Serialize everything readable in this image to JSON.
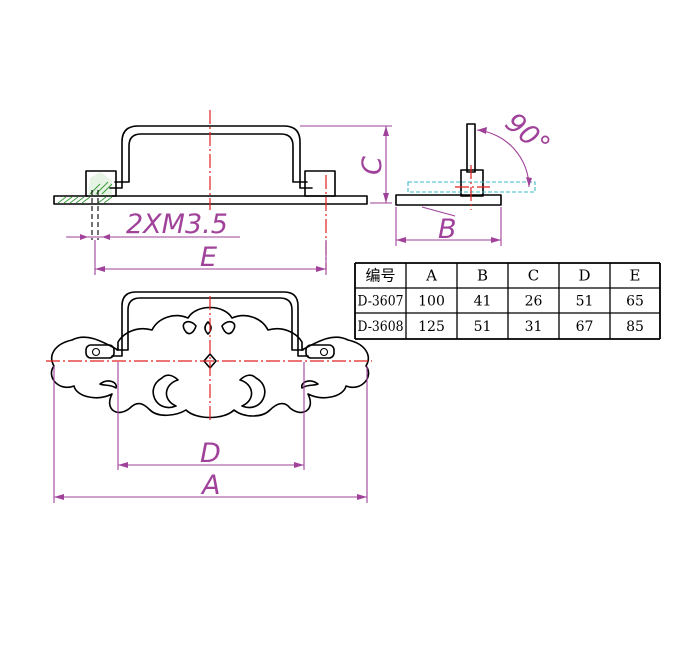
{
  "dimensions": {
    "thread": "2XM3.5",
    "e_label": "E",
    "c_label": "C",
    "b_label": "B",
    "angle": "90°",
    "d_label": "D",
    "a_label": "A"
  },
  "spec_table": {
    "headers": [
      "编号",
      "A",
      "B",
      "C",
      "D",
      "E"
    ],
    "rows": [
      [
        "D-3607",
        "100",
        "41",
        "26",
        "51",
        "65"
      ],
      [
        "D-3608",
        "125",
        "51",
        "31",
        "67",
        "85"
      ]
    ]
  }
}
